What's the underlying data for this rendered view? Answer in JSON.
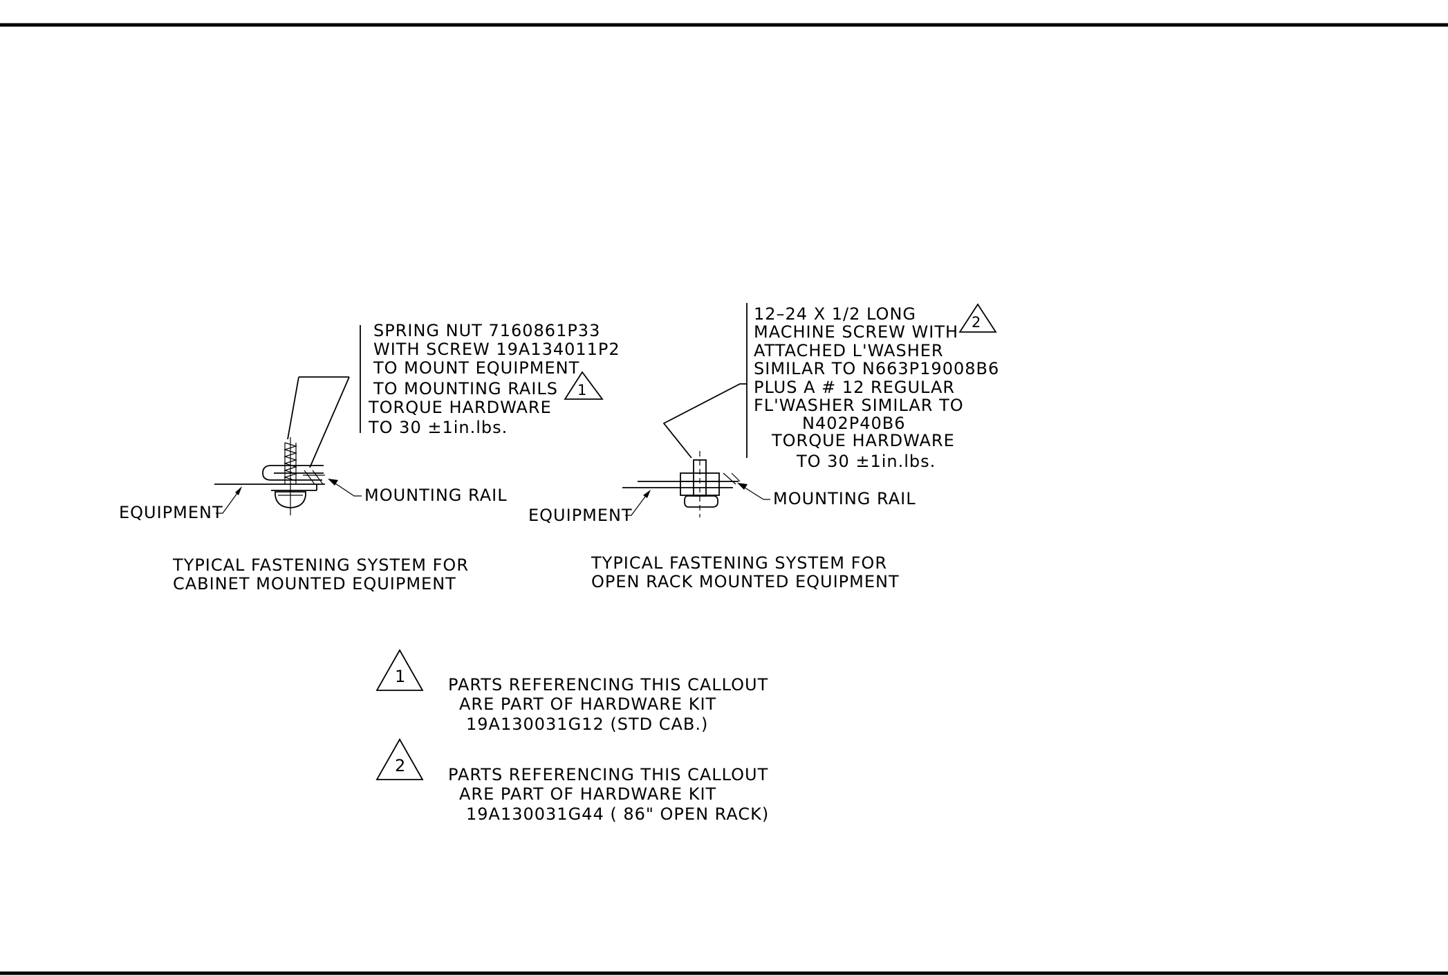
{
  "cabinet": {
    "callout": [
      "SPRING NUT 7160861P33",
      "WITH SCREW 19A134011P2",
      "TO MOUNT EQUIPMENT",
      "TO MOUNTING RAILS",
      "TORQUE HARDWARE",
      "TO 30 ±1in.lbs."
    ],
    "badge": "1",
    "equipment_label": "EQUIPMENT",
    "rail_label": "MOUNTING RAIL",
    "caption": [
      "TYPICAL FASTENING SYSTEM FOR",
      "CABINET MOUNTED EQUIPMENT"
    ]
  },
  "open_rack": {
    "callout": [
      "12–24 X 1/2 LONG",
      "MACHINE SCREW WITH",
      "ATTACHED L'WASHER",
      "SIMILAR TO N663P19008B6",
      "PLUS A  # 12 REGULAR",
      "FL'WASHER SIMILAR TO",
      "N402P40B6",
      "TORQUE HARDWARE",
      "TO 30 ±1in.lbs."
    ],
    "badge": "2",
    "equipment_label": "EQUIPMENT",
    "rail_label": "MOUNTING RAIL",
    "caption": [
      "TYPICAL FASTENING SYSTEM FOR",
      "OPEN RACK MOUNTED EQUIPMENT"
    ]
  },
  "notes": [
    {
      "badge": "1",
      "lines": [
        "PARTS REFERENCING THIS CALLOUT",
        "ARE PART OF HARDWARE KIT",
        "19A130031G12 (STD CAB.)"
      ]
    },
    {
      "badge": "2",
      "lines": [
        "PARTS REFERENCING THIS CALLOUT",
        "ARE PART OF HARDWARE KIT",
        "19A130031G44 ( 86\" OPEN RACK)"
      ]
    }
  ]
}
